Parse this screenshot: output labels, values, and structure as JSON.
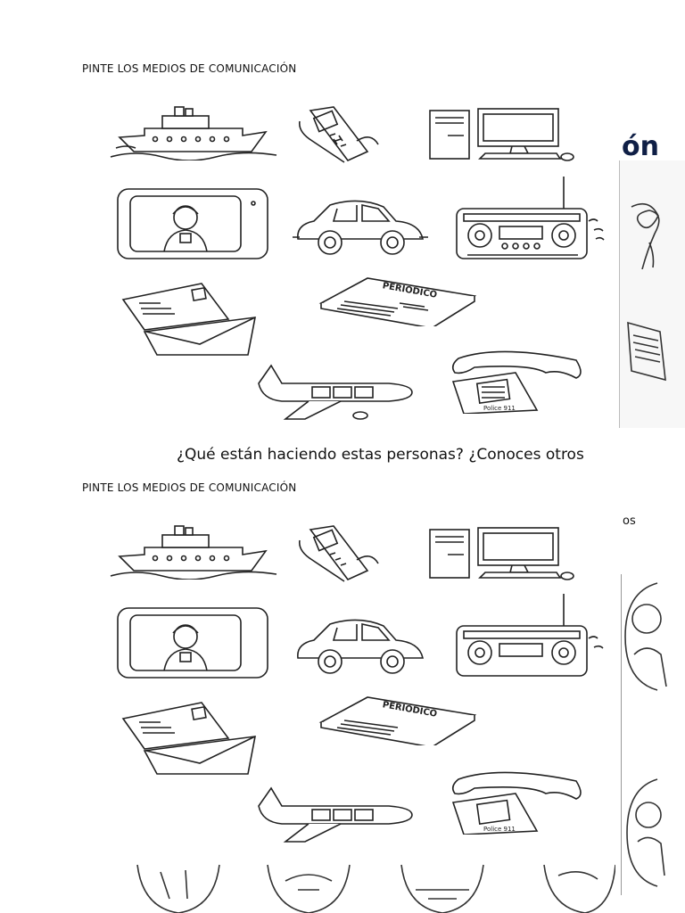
{
  "worksheet": {
    "heading": "PINTE LOS MEDIOS DE COMUNICACIÓN",
    "newspaper_label": "PERIÓDICO",
    "phone_label": "Police 911",
    "question": "¿Qué están haciendo estas personas? ¿Conoces otros",
    "fragment_top": "ón",
    "fragment_bottom": "os"
  },
  "items": [
    {
      "name": "ship",
      "icon": "ship-icon"
    },
    {
      "name": "mobile-phone",
      "icon": "mobile-phone-icon"
    },
    {
      "name": "computer",
      "icon": "computer-icon"
    },
    {
      "name": "television",
      "icon": "television-icon"
    },
    {
      "name": "car",
      "icon": "car-icon"
    },
    {
      "name": "radio",
      "icon": "radio-icon"
    },
    {
      "name": "letter",
      "icon": "letter-icon"
    },
    {
      "name": "newspaper",
      "icon": "newspaper-icon"
    },
    {
      "name": "airplane",
      "icon": "airplane-icon"
    },
    {
      "name": "telephone",
      "icon": "telephone-icon"
    }
  ]
}
